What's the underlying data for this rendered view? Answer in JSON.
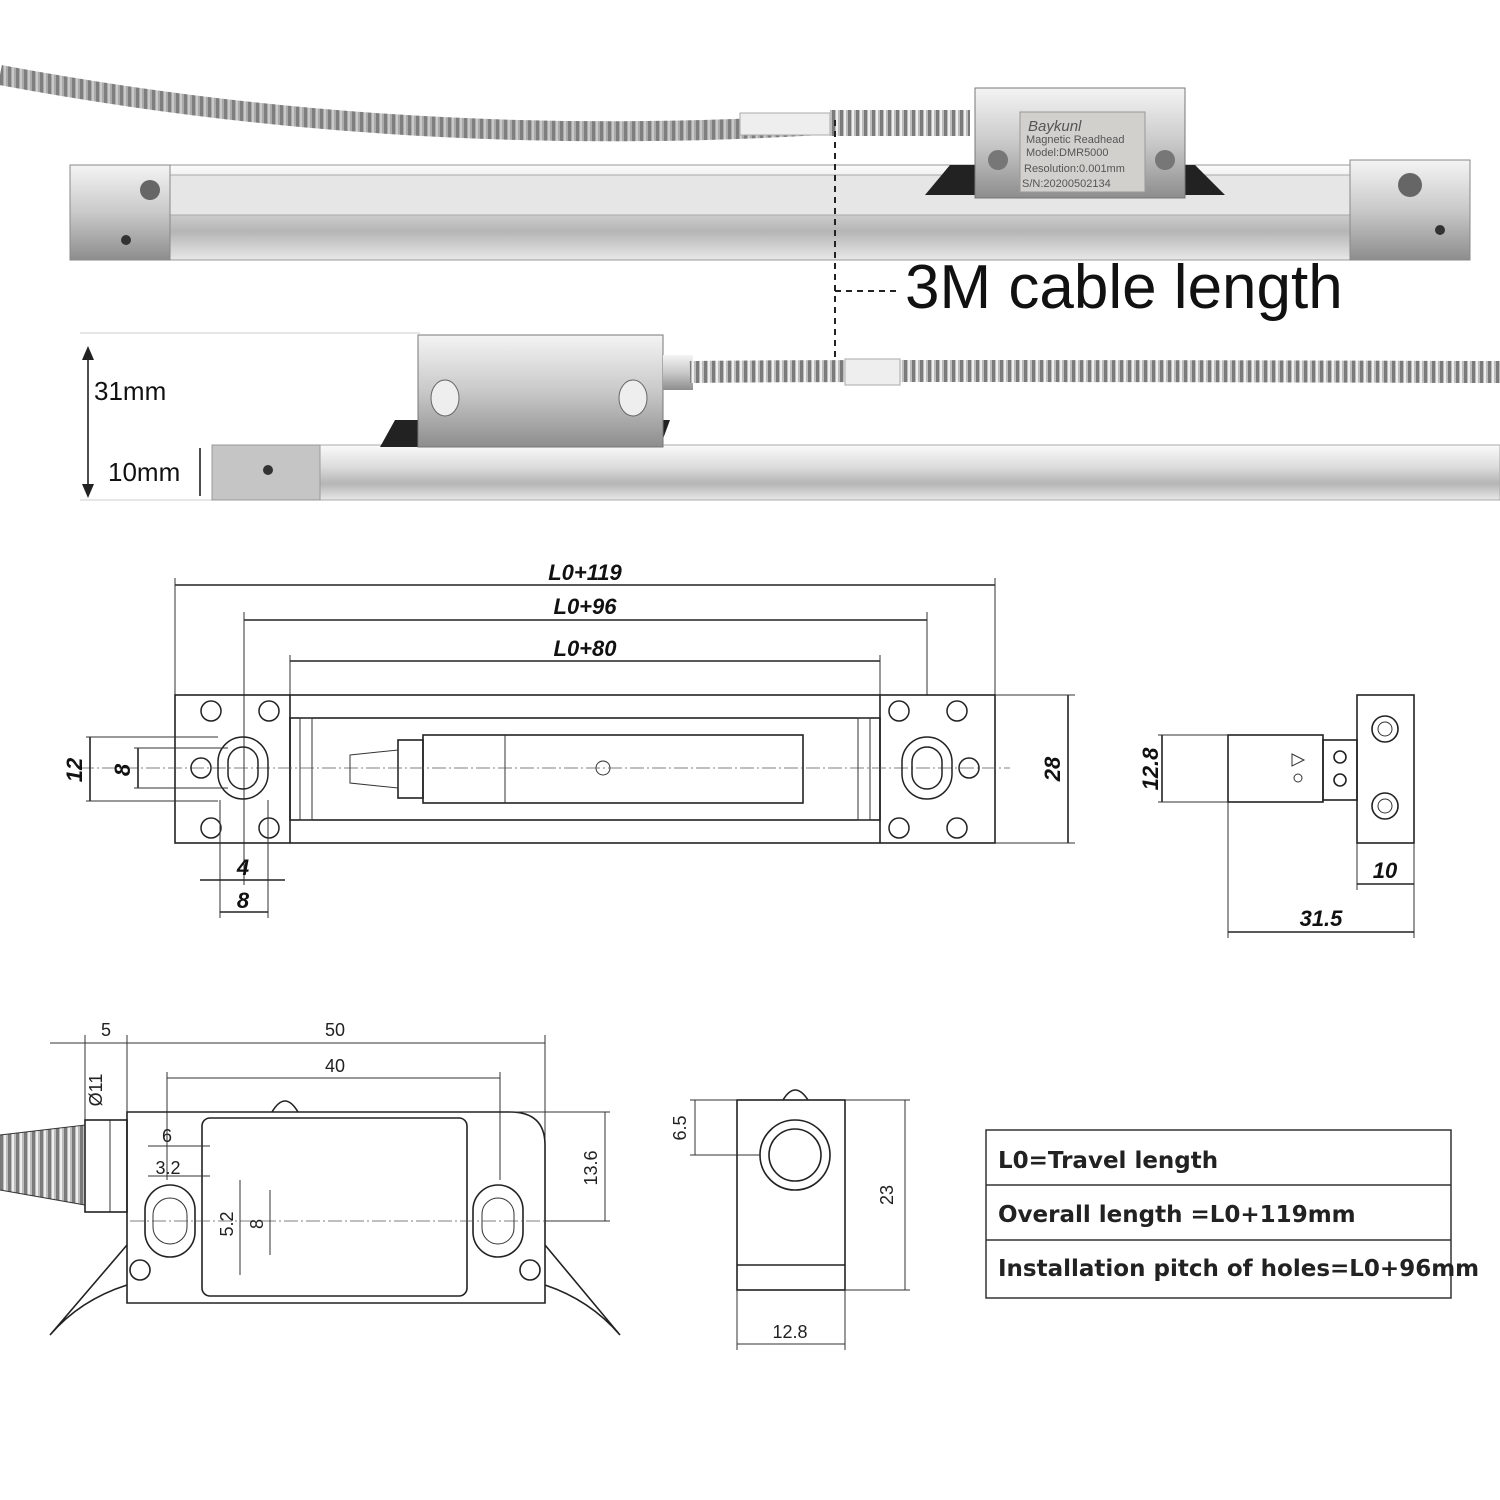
{
  "photo": {
    "brand": "Baykunl",
    "product": "Magnetic Readhead",
    "model": "Model:DMR5000",
    "resolution": "Resolution:0.001mm",
    "serial": "S/N:20200502134",
    "cable_label": "3M cable length",
    "height_total": "31mm",
    "height_scale": "10mm"
  },
  "drawing_top": {
    "overall": "L0+119",
    "pitch": "L0+96",
    "travel": "L0+80",
    "d12": "12",
    "d8": "8",
    "d4": "4",
    "d8b": "8",
    "d28": "28",
    "side_h": "12.8",
    "side_w10": "10",
    "side_w": "31.5"
  },
  "drawing_head": {
    "d5": "5",
    "d50": "50",
    "d40": "40",
    "d11": "Ø11",
    "d6": "6",
    "d32": "3.2",
    "d52": "5.2",
    "d8": "8",
    "d136": "13.6",
    "d65": "6.5",
    "d23": "23",
    "d128": "12.8"
  },
  "legend": {
    "rows": [
      "L0=Travel length",
      "Overall length =L0+119mm",
      "Installation pitch of holes=L0+96mm"
    ]
  }
}
